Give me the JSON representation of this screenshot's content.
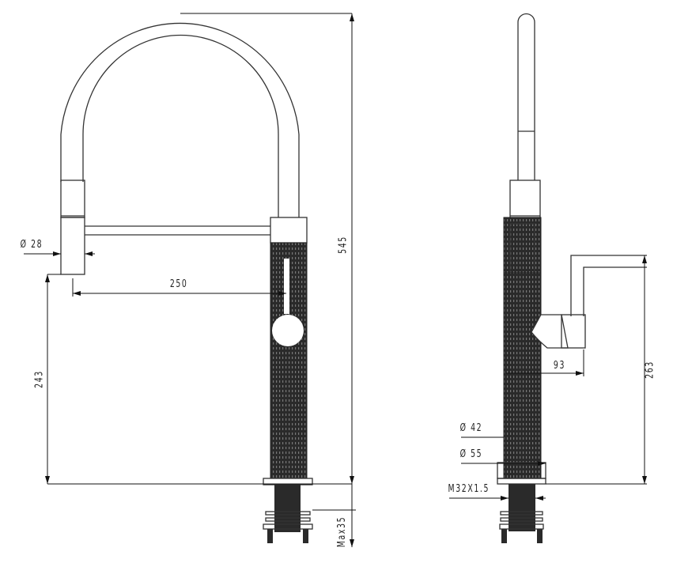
{
  "dimensions": {
    "total_height": "545",
    "spout_diameter": "Ø 28",
    "reach": "250",
    "spout_clearance": "243",
    "max_deck_thickness": "Max35",
    "handle_height": "263",
    "handle_projection": "93",
    "body_diameter": "Ø 42",
    "base_diameter": "Ø 55",
    "thread": "M32X1.5"
  },
  "colors": {
    "line": "#333333",
    "body_fill": "#2a2a2a"
  }
}
